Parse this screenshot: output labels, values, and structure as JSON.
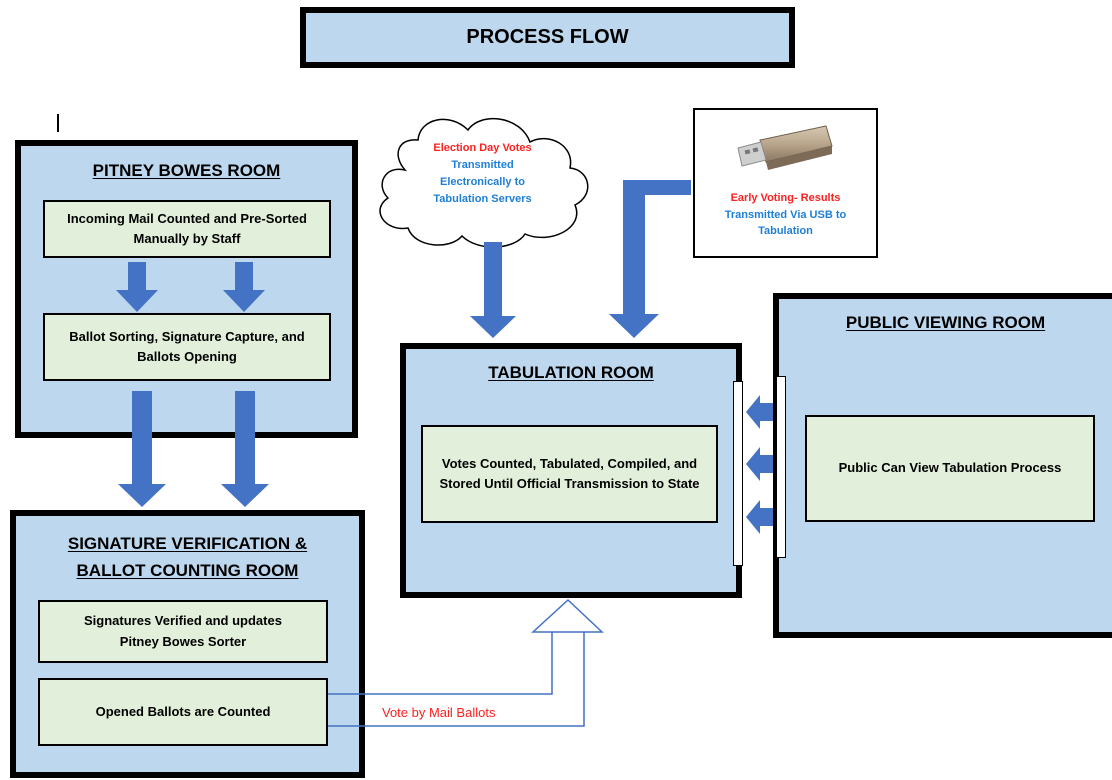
{
  "title": "PROCESS FLOW",
  "pitney_room": {
    "title": "PITNEY BOWES ROOM",
    "step1": "Incoming Mail Counted and Pre-Sorted Manually by Staff",
    "step2": "Ballot Sorting, Signature Capture, and Ballots Opening"
  },
  "signature_room": {
    "title_line1": "SIGNATURE VERIFICATION &",
    "title_line2": "BALLOT COUNTING ROOM",
    "step1": "Signatures Verified and updates Pitney Bowes Sorter",
    "step2": "Opened Ballots are Counted"
  },
  "tabulation_room": {
    "title": "TABULATION ROOM",
    "step1": "Votes Counted, Tabulated, Compiled, and Stored Until Official Transmission to State"
  },
  "public_room": {
    "title": "PUBLIC VIEWING ROOM",
    "step1": "Public Can View Tabulation Process"
  },
  "cloud": {
    "line1": "Election Day Votes",
    "line2": "Transmitted",
    "line3": "Electronically to",
    "line4": "Tabulation Servers"
  },
  "usb": {
    "line1": "Early Voting- Results",
    "line2": "Transmitted Via USB to",
    "line3": "Tabulation",
    "icon": "usb-drive-icon"
  },
  "vote_by_mail_label": "Vote by Mail Ballots",
  "colors": {
    "room_fill": "#bdd7ee",
    "step_fill": "#e2efda",
    "arrow_fill": "#4472c4",
    "red_text": "#ff2020",
    "blue_text": "#1f7fd6"
  }
}
